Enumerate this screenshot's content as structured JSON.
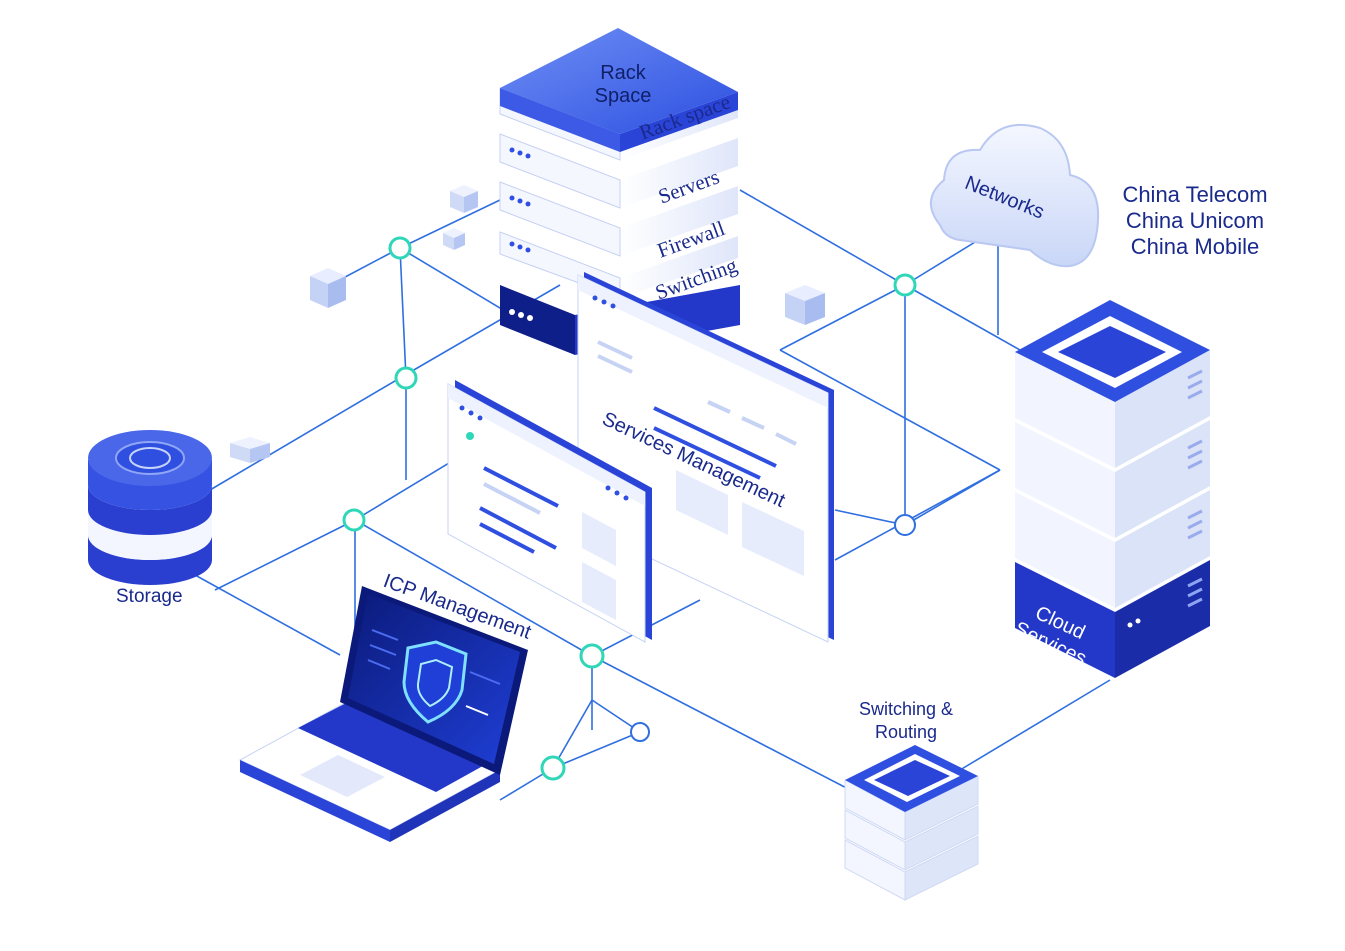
{
  "labels": {
    "rack_title_line1": "Rack",
    "rack_title_line2": "Space",
    "rack_tier1": "Rack space",
    "rack_tier2": "Servers",
    "rack_tier3": "Firewall",
    "rack_tier4": "Switching",
    "networks": "Networks",
    "carrier1": "China Telecom",
    "carrier2": "China Unicom",
    "carrier3": "China Mobile",
    "services_management": "Services Management",
    "storage": "Storage",
    "icp_management": "ICP Management",
    "cloud_line1": "Cloud",
    "cloud_line2": "Services",
    "switching_line1": "Switching &",
    "switching_line2": "Routing"
  },
  "colors": {
    "primary_blue": "#2f4fe0",
    "dark_blue": "#1a2a8c",
    "light_blue": "#dde6fb",
    "line_blue": "#2f6fe0",
    "node_teal": "#2fd6b8",
    "white": "#ffffff"
  },
  "icons": {
    "shield": "shield-icon",
    "cloud": "cloud-icon",
    "database": "database-icon",
    "laptop": "laptop-icon"
  }
}
